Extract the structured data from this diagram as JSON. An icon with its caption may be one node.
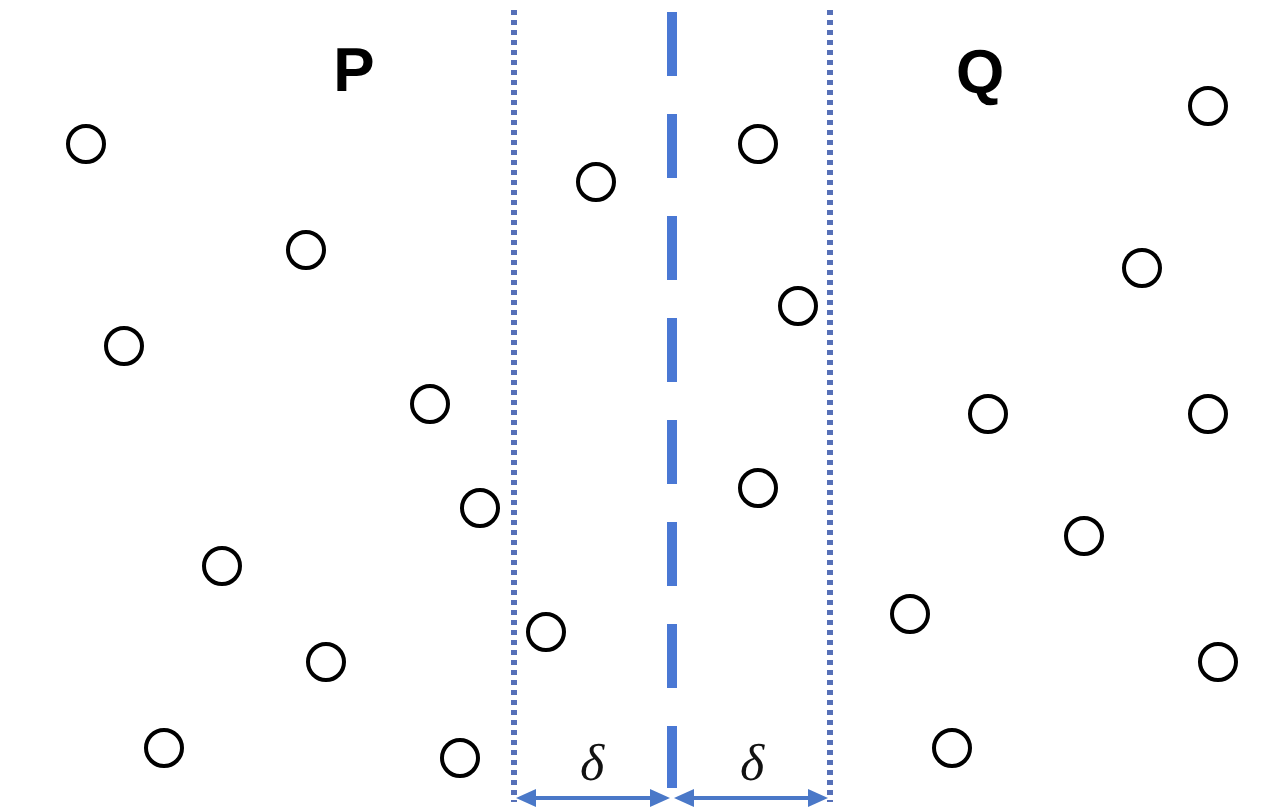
{
  "diagram": {
    "nodes": [
      {
        "text": [],
        "shape": "circle"
      },
      {
        "text": [],
        "shape": "circle"
      },
      {
        "text": [],
        "shape": "circle"
      },
      {
        "text": [],
        "shape": "circle"
      },
      {
        "text": [],
        "shape": "circle"
      },
      {
        "text": [],
        "shape": "circle"
      },
      {
        "text": [],
        "shape": "circle"
      },
      {
        "text": [],
        "shape": "circle"
      },
      {
        "text": [],
        "shape": "circle"
      },
      {
        "text": [],
        "shape": "circle"
      },
      {
        "text": [],
        "shape": "circle"
      },
      {
        "text": [],
        "shape": "circle"
      },
      {
        "text": [],
        "shape": "circle"
      },
      {
        "text": [],
        "shape": "circle"
      },
      {
        "text": [],
        "shape": "circle"
      },
      {
        "text": [],
        "shape": "circle"
      },
      {
        "text": [],
        "shape": "circle"
      },
      {
        "text": [],
        "shape": "circle"
      },
      {
        "text": [],
        "shape": "circle"
      },
      {
        "text": [],
        "shape": "circle"
      },
      {
        "text": [],
        "shape": "circle"
      },
      {
        "text": [],
        "shape": "circle"
      }
    ],
    "labels": [
      "P",
      "Q",
      "δ",
      "δ"
    ]
  }
}
